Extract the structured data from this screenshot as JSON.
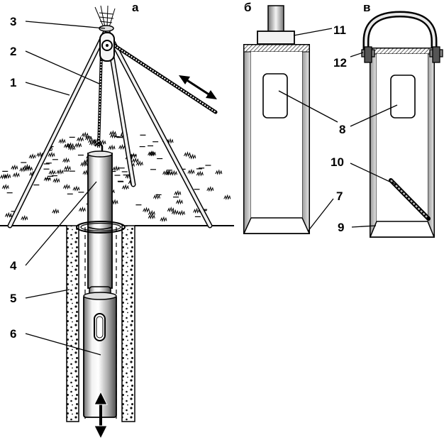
{
  "panels": {
    "a": "а",
    "b": "б",
    "v": "в"
  },
  "labels": {
    "n1": "1",
    "n2": "2",
    "n3": "3",
    "n4": "4",
    "n5": "5",
    "n6": "6",
    "n7": "7",
    "n8a": "8",
    "n8b": "8",
    "n9": "9",
    "n10": "10",
    "n11": "11",
    "n12": "12"
  }
}
